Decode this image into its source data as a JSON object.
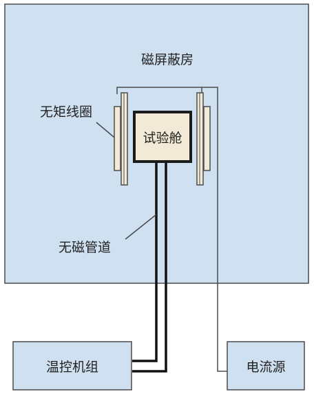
{
  "colors": {
    "room_fill": "#cfe0f0",
    "box_fill": "#cfe0f0",
    "cabin_fill": "#f2ead6",
    "coil_fill": "#f2ead6",
    "stroke": "#4a4a4a",
    "pipe": "#111111"
  },
  "labels": {
    "shield_room": "磁屏蔽房",
    "coil": "无矩线圈",
    "cabin": "试验舱",
    "pipe": "无磁管道",
    "temp_unit": "温控机组",
    "current_source": "电流源"
  }
}
